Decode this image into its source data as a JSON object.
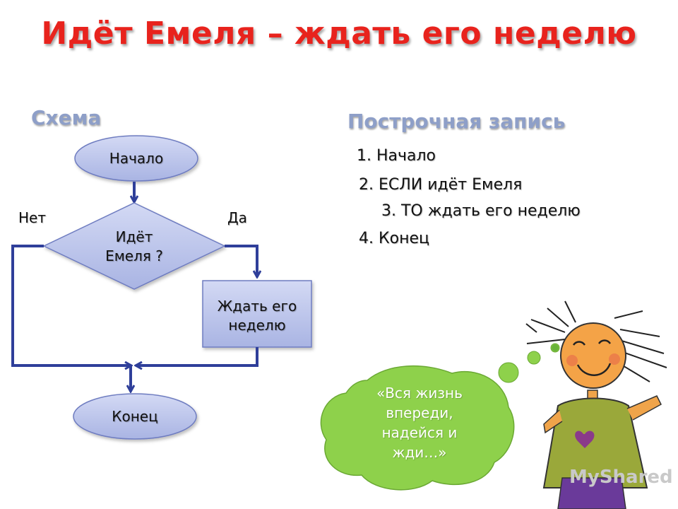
{
  "title": "Идёт Емеля – ждать его неделю",
  "scheme": {
    "label": "Схема",
    "start": "Начало",
    "decision_line1": "Идёт",
    "decision_line2": "Емеля ?",
    "no": "Нет",
    "yes": "Да",
    "action_line1": "Ждать его",
    "action_line2": "неделю",
    "end": "Конец"
  },
  "listing": {
    "label": "Построчная запись",
    "steps": [
      "1. Начало",
      "2. ЕСЛИ идёт Емеля",
      "3. ТО ждать его неделю",
      "4. Конец"
    ]
  },
  "bubble": {
    "line1": "«Вся жизнь",
    "line2": "впереди,",
    "line3": "надейся и",
    "line4": "жди…»"
  },
  "watermark": "MyShared",
  "colors": {
    "title": "#e8231d",
    "section_label": "#8e9fc8",
    "node_fill": "#b5bfe8",
    "arrow": "#2f3f9a",
    "bubble": "#8ed14b"
  }
}
